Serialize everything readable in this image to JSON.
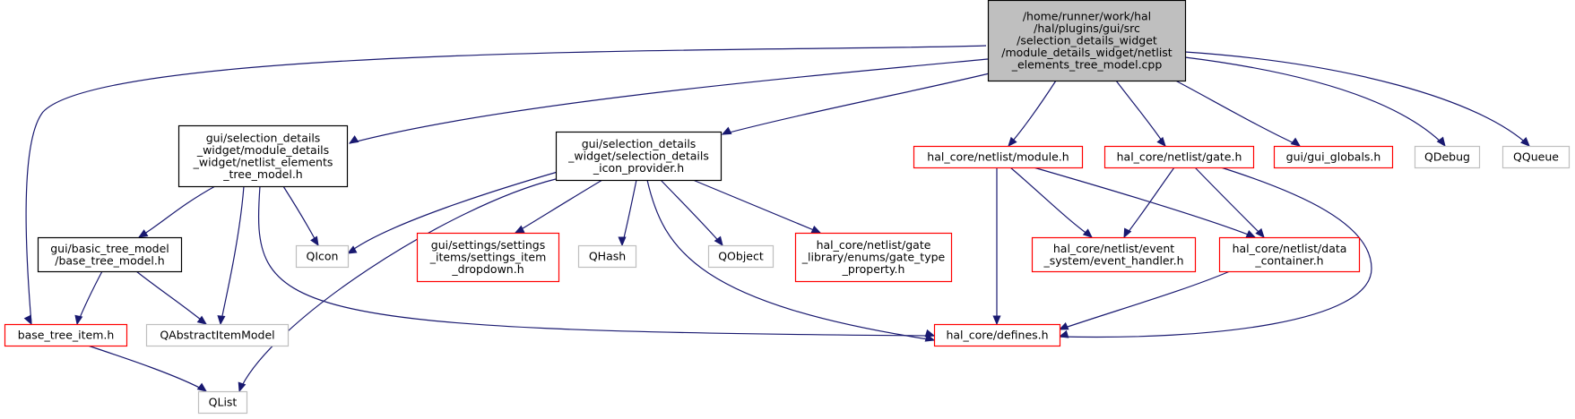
{
  "colors": {
    "edge": "#191970",
    "root_fill": "#bfbfbf",
    "black_border": "#000000",
    "red_border": "#ff0000",
    "gray_border": "#bfbfbf",
    "gray_text": "#404040"
  },
  "nodes": {
    "root": {
      "lines": [
        "/home/runner/work/hal",
        "/hal/plugins/gui/src",
        "/selection_details_widget",
        "/module_details_widget/netlist",
        "_elements_tree_model.cpp"
      ],
      "style": "root"
    },
    "netlist_elements_tree_model_h": {
      "lines": [
        "gui/selection_details",
        "_widget/module_details",
        "_widget/netlist_elements",
        "_tree_model.h"
      ],
      "style": "black"
    },
    "selection_details_icon_provider_h": {
      "lines": [
        "gui/selection_details",
        "_widget/selection_details",
        "_icon_provider.h"
      ],
      "style": "black"
    },
    "base_tree_model_h": {
      "lines": [
        "gui/basic_tree_model",
        "/base_tree_model.h"
      ],
      "style": "black"
    },
    "base_tree_item_h": {
      "lines": [
        "base_tree_item.h"
      ],
      "style": "red"
    },
    "qabstractitemmodel": {
      "lines": [
        "QAbstractItemModel"
      ],
      "style": "gray"
    },
    "qicon": {
      "lines": [
        "QIcon"
      ],
      "style": "gray"
    },
    "qlist": {
      "lines": [
        "QList"
      ],
      "style": "gray"
    },
    "settings_item_dropdown_h": {
      "lines": [
        "gui/settings/settings",
        "_items/settings_item",
        "_dropdown.h"
      ],
      "style": "red"
    },
    "qhash": {
      "lines": [
        "QHash"
      ],
      "style": "gray"
    },
    "qobject": {
      "lines": [
        "QObject"
      ],
      "style": "gray"
    },
    "gate_type_property_h": {
      "lines": [
        "hal_core/netlist/gate",
        "_library/enums/gate_type",
        "_property.h"
      ],
      "style": "red"
    },
    "module_h": {
      "lines": [
        "hal_core/netlist/module.h"
      ],
      "style": "red"
    },
    "gate_h": {
      "lines": [
        "hal_core/netlist/gate.h"
      ],
      "style": "red"
    },
    "gui_globals_h": {
      "lines": [
        "gui/gui_globals.h"
      ],
      "style": "red"
    },
    "qdebug": {
      "lines": [
        "QDebug"
      ],
      "style": "gray"
    },
    "qqueue": {
      "lines": [
        "QQueue"
      ],
      "style": "gray"
    },
    "event_handler_h": {
      "lines": [
        "hal_core/netlist/event",
        "_system/event_handler.h"
      ],
      "style": "red"
    },
    "data_container_h": {
      "lines": [
        "hal_core/netlist/data",
        "_container.h"
      ],
      "style": "red"
    },
    "defines_h": {
      "lines": [
        "hal_core/defines.h"
      ],
      "style": "red"
    }
  }
}
